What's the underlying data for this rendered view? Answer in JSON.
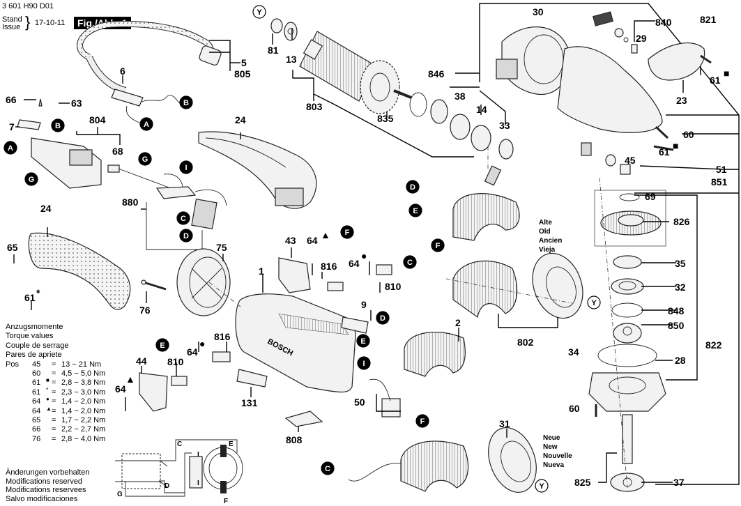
{
  "header": {
    "doc_number": "3 601 H90 D01",
    "stand_label": "Stand",
    "issue_label": "Issue",
    "date": "17-10-11",
    "figure_title": "Fig./Abb. 1"
  },
  "part_labels": {
    "p1": "1",
    "p2": "2",
    "p5": "5",
    "p6": "6",
    "p7": "7",
    "p9": "9",
    "p13": "13",
    "p14": "14",
    "p23": "23",
    "p24a": "24",
    "p24b": "24",
    "p28": "28",
    "p29": "29",
    "p30": "30",
    "p31": "31",
    "p32": "32",
    "p33": "33",
    "p34": "34",
    "p35": "35",
    "p37": "37",
    "p38": "38",
    "p43": "43",
    "p44": "44",
    "p45": "45",
    "p50": "50",
    "p51": "51",
    "p60a": "60",
    "p60b": "60",
    "p61a": "61",
    "p61b": "61",
    "p61c": "61",
    "p63": "63",
    "p64a": "64",
    "p64b": "64",
    "p64c": "64",
    "p64d": "64",
    "p65": "65",
    "p66": "66",
    "p68": "68",
    "p69": "69",
    "p75": "75",
    "p76": "76",
    "p81": "81",
    "p131": "131",
    "p802": "802",
    "p803": "803",
    "p804": "804",
    "p805": "805",
    "p808": "808",
    "p810a": "810",
    "p810b": "810",
    "p816a": "816",
    "p816b": "816",
    "p821": "821",
    "p822": "822",
    "p825": "825",
    "p826": "826",
    "p835": "835",
    "p840": "840",
    "p846": "846",
    "p848": "848",
    "p850": "850",
    "p851": "851",
    "p880": "880"
  },
  "markers": {
    "square": "■",
    "star": "*",
    "dot": "●",
    "triangle": "▲"
  },
  "connectors": {
    "A": "A",
    "B": "B",
    "C": "C",
    "D": "D",
    "E": "E",
    "F": "F",
    "G": "G",
    "I": "I",
    "Y": "Y"
  },
  "motor_housing_brand": "BOSCH",
  "old_version": [
    "Alte",
    "Old",
    "Ancien",
    "Vieja"
  ],
  "new_version": [
    "Neue",
    "New",
    "Nouvelle",
    "Nueva"
  ],
  "torque": {
    "title_lines": [
      "Anzugsmomente",
      "Torque values",
      "Couple de serrage",
      "Pares de apriete"
    ],
    "pos_label": "Pos",
    "rows": [
      {
        "pos": "45",
        "mark": "",
        "value": "13 − 21 Nm"
      },
      {
        "pos": "60",
        "mark": "",
        "value": "4,5 − 5,0 Nm"
      },
      {
        "pos": "61",
        "mark": "■",
        "value": "2,8 − 3,8 Nm"
      },
      {
        "pos": "61",
        "mark": "*",
        "value": "2,3 − 3,0 Nm"
      },
      {
        "pos": "64",
        "mark": "●",
        "value": "1,4 − 2,0 Nm"
      },
      {
        "pos": "64",
        "mark": "▲",
        "value": "1,4 − 2,0 Nm"
      },
      {
        "pos": "65",
        "mark": "",
        "value": "1,7 − 2,2 Nm"
      },
      {
        "pos": "66",
        "mark": "",
        "value": "2,2 − 2,7 Nm"
      },
      {
        "pos": "76",
        "mark": "",
        "value": "2,8 − 4,0 Nm"
      }
    ]
  },
  "modifications": [
    "Änderungen vorbehalten",
    "Modifications reserved",
    "Modifications reservees",
    "Salvo modificaciones"
  ],
  "wiring": {
    "C": "C",
    "D": "D",
    "E": "E",
    "F": "F",
    "G": "G",
    "I1": "I",
    "I2": "I"
  }
}
